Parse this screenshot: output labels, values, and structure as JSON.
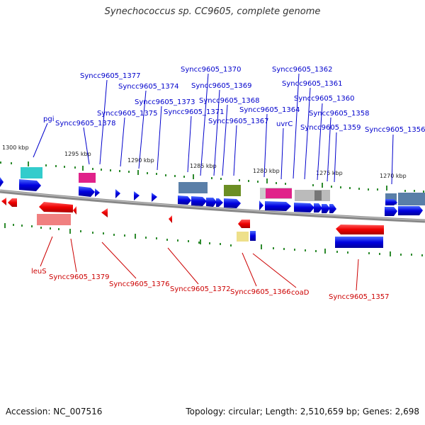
{
  "title": "Synechococcus sp. CC9605, complete genome",
  "footer": {
    "accession": "Accession: NC_007516",
    "summary": "Topology: circular; Length: 2,510,659 bp; Genes: 2,698"
  },
  "colors": {
    "forward_label": "#0000cc",
    "reverse_label": "#cc0000",
    "tick": "#2e8b2e",
    "backbone": "#888888"
  },
  "scale_labels": [
    "1300 kbp",
    "1295 kbp",
    "1290 kbp",
    "1285 kbp",
    "1280 kbp",
    "1275 kbp",
    "1270 kbp"
  ],
  "forward_labels": [
    "Syncc9605_1377",
    "Syncc9605_1370",
    "Syncc9605_1362",
    "Syncc9605_1374",
    "Syncc9605_1369",
    "Syncc9605_1361",
    "Syncc9605_1373",
    "Syncc9605_1368",
    "Syncc9605_1360",
    "Syncc9605_1375",
    "Syncc9605_1371",
    "Syncc9605_1364",
    "Syncc9605_1358",
    "pgi",
    "Syncc9605_1378",
    "Syncc9605_1367",
    "uvrC",
    "Syncc9605_1359",
    "Syncc9605_1356"
  ],
  "reverse_labels": [
    "leuS",
    "Syncc9605_1379",
    "Syncc9605_1376",
    "Syncc9605_1372",
    "Syncc9605_1366",
    "coaD",
    "Syncc9605_1357"
  ]
}
